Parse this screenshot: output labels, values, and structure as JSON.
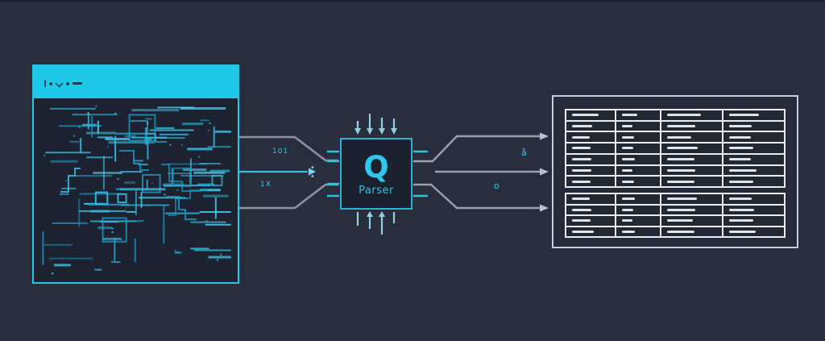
{
  "colors": {
    "background": "#292e3c",
    "accent_cyan": "#2cc3e4",
    "header_cyan": "#1fc8e8",
    "panel_body": "#1c2230",
    "chip_fill": "#1b212e",
    "chip_border": "#2bb2d8",
    "chip_text": "#2cc7ea",
    "connector_gray": "#8a93a1",
    "table_line_white": "#e8ebf0"
  },
  "source_panel": {
    "pattern_colors": [
      "#2fb9e0",
      "#47c6e8",
      "#1899c4",
      "#35b0d8"
    ]
  },
  "parser_chip": {
    "letter": "Q",
    "label": "Parser"
  },
  "flow_labels": {
    "input_top": "101",
    "input_bottom": "1X",
    "output_top": "å",
    "output_bottom": "o"
  },
  "output_table": {
    "groups": [
      {
        "bar_rows": [
          [
            0.62,
            0.42,
            0.62,
            0.55
          ],
          [
            0.48,
            0.28,
            0.52,
            0.42
          ],
          [
            0.42,
            0.33,
            0.45,
            0.4
          ],
          [
            0.44,
            0.3,
            0.56,
            0.44
          ],
          [
            0.46,
            0.34,
            0.5,
            0.4
          ],
          [
            0.45,
            0.28,
            0.52,
            0.5
          ],
          [
            0.43,
            0.32,
            0.5,
            0.44
          ]
        ]
      },
      {
        "bar_rows": [
          [
            0.42,
            0.34,
            0.55,
            0.42
          ],
          [
            0.46,
            0.3,
            0.52,
            0.45
          ],
          [
            0.44,
            0.28,
            0.48,
            0.44
          ],
          [
            0.52,
            0.34,
            0.5,
            0.48
          ]
        ]
      }
    ]
  }
}
